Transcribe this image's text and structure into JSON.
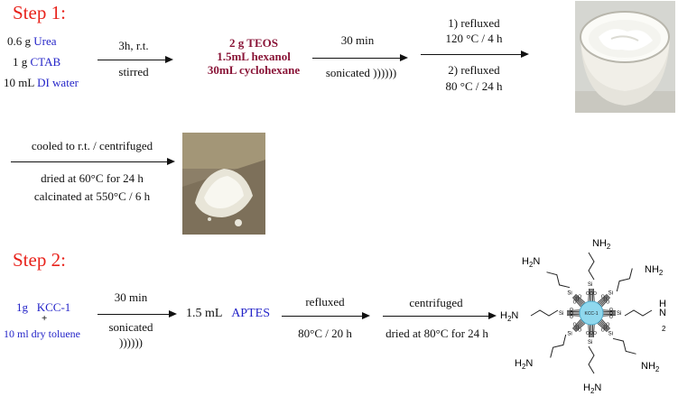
{
  "step1": {
    "title": "Step 1:",
    "reagents": [
      {
        "amount": "0.6 g",
        "name": "Urea"
      },
      {
        "amount": "1 g",
        "name": "CTAB"
      },
      {
        "amount": "10 mL",
        "name": "DI water"
      }
    ],
    "arrow1": {
      "above": "3h, r.t.",
      "below": "stirred"
    },
    "mixture": [
      "2 g TEOS",
      "1.5mL hexanol",
      "30mL cyclohexane"
    ],
    "arrow2": {
      "above": "30 min",
      "below": "sonicated ))))))"
    },
    "arrow3": {
      "above1": "1) refluxed",
      "above2": "120 °C / 4 h",
      "below1": "2) refluxed",
      "below2": "80 °C / 24 h"
    },
    "photo1": "white gel product in cup",
    "arrow4": {
      "above": "cooled to r.t. / centrifuged",
      "below1": "dried at 60°C for 24 h",
      "below2": "calcinated at 550°C / 6 h"
    },
    "photo2": "white powder"
  },
  "step2": {
    "title": "Step 2:",
    "reagent1": {
      "amount": "1g",
      "name": "KCC-1"
    },
    "plus": "+",
    "reagent2": "10 ml dry toluene",
    "arrow1": {
      "above": "30 min",
      "below1": "sonicated",
      "below2": "))))))"
    },
    "aptes": {
      "amount": "1.5 mL",
      "name": "APTES"
    },
    "arrow2": {
      "above": "refluxed",
      "below": "80°C / 20 h"
    },
    "arrow3": {
      "above": "centrifuged",
      "below": "dried at 80°C for 24 h"
    },
    "product": {
      "core": "KCC-1",
      "si": "Si",
      "o": "O",
      "nh2": "NH2",
      "h2n": "H2N",
      "h": "H",
      "n": "N",
      "sub2": "2"
    }
  },
  "colors": {
    "step": "#e8221b",
    "reagent": "#2323c8",
    "mixture": "#8a1538",
    "core": "#8fd8ee"
  }
}
